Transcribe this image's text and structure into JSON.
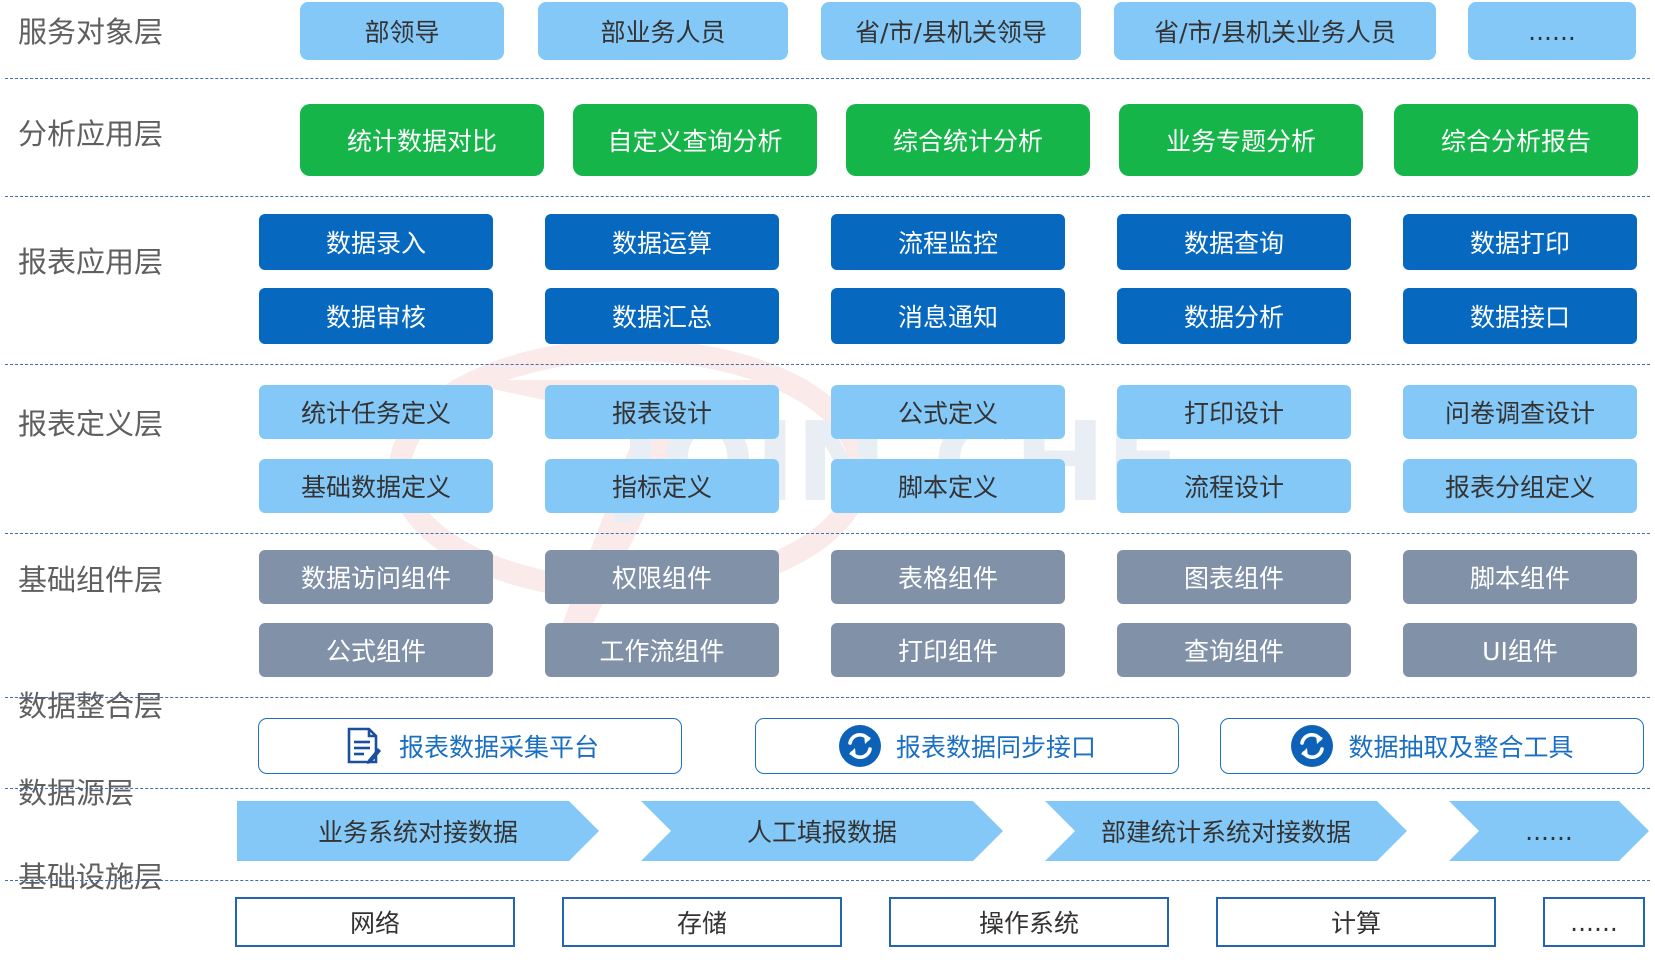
{
  "layers": [
    {
      "label": "服务对象层"
    },
    {
      "label": "分析应用层"
    },
    {
      "label": "报表应用层"
    },
    {
      "label": "报表定义层"
    },
    {
      "label": "基础组件层"
    },
    {
      "label": "数据整合层"
    },
    {
      "label": "数据源层"
    },
    {
      "label": "基础设施层"
    }
  ],
  "service_objects": [
    "部领导",
    "部业务人员",
    "省/市/县机关领导",
    "省/市/县机关业务人员",
    "......"
  ],
  "analysis_apps": [
    "统计数据对比",
    "自定义查询分析",
    "综合统计分析",
    "业务专题分析",
    "综合分析报告"
  ],
  "report_apps": {
    "row1": [
      "数据录入",
      "数据运算",
      "流程监控",
      "数据查询",
      "数据打印"
    ],
    "row2": [
      "数据审核",
      "数据汇总",
      "消息通知",
      "数据分析",
      "数据接口"
    ]
  },
  "report_defs": {
    "row1": [
      "统计任务定义",
      "报表设计",
      "公式定义",
      "打印设计",
      "问卷调查设计"
    ],
    "row2": [
      "基础数据定义",
      "指标定义",
      "脚本定义",
      "流程设计",
      "报表分组定义"
    ]
  },
  "components": {
    "row1": [
      "数据访问组件",
      "权限组件",
      "表格组件",
      "图表组件",
      "脚本组件"
    ],
    "row2": [
      "公式组件",
      "工作流组件",
      "打印组件",
      "查询组件",
      "UI组件"
    ]
  },
  "integration": [
    {
      "label": "报表数据采集平台",
      "icon": "document-edit-icon"
    },
    {
      "label": "报表数据同步接口",
      "icon": "sync-icon"
    },
    {
      "label": "数据抽取及整合工具",
      "icon": "sync-icon"
    }
  ],
  "data_sources": [
    "业务系统对接数据",
    "人工填报数据",
    "部建统计系统对接数据",
    "......"
  ],
  "infrastructure": [
    "网络",
    "存储",
    "操作系统",
    "计算",
    "......"
  ],
  "colors": {
    "light_blue": "#84c8f8",
    "green": "#15b54a",
    "dark_blue": "#0668bf",
    "gray": "#8191a8",
    "divider": "#3f6fb0"
  }
}
